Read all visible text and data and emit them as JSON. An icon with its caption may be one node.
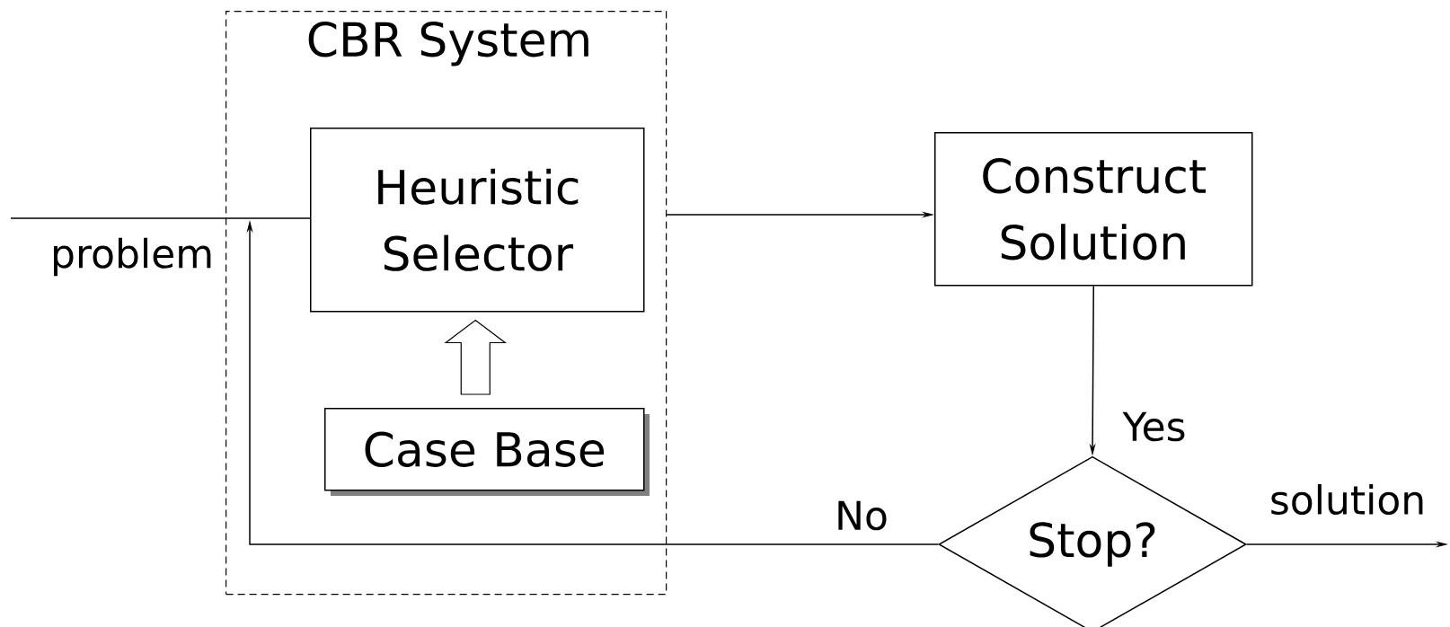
{
  "diagram": {
    "nodes": [
      {
        "text": [
          "CBR System"
        ]
      },
      {
        "text": [
          "Heuristic Selector"
        ],
        "in": 0
      },
      {
        "text": [
          "Case Base"
        ],
        "in": 0
      },
      {
        "text": [
          "Construct Solution"
        ]
      },
      {
        "text": [
          "Stop?"
        ]
      }
    ],
    "edges": [
      {
        "from": null,
        "to": 1,
        "arrow": "none",
        "label": "problem"
      },
      {
        "from": 2,
        "to": 1,
        "arrow": "to"
      },
      {
        "from": 0,
        "to": 3,
        "arrow": "to"
      },
      {
        "from": 3,
        "to": 4,
        "arrow": "to",
        "label": "Yes"
      },
      {
        "from": 4,
        "to": null,
        "arrow": "to",
        "label": "solution"
      },
      {
        "from": 4,
        "to": null,
        "arrow": "to",
        "label": "No"
      }
    ]
  }
}
